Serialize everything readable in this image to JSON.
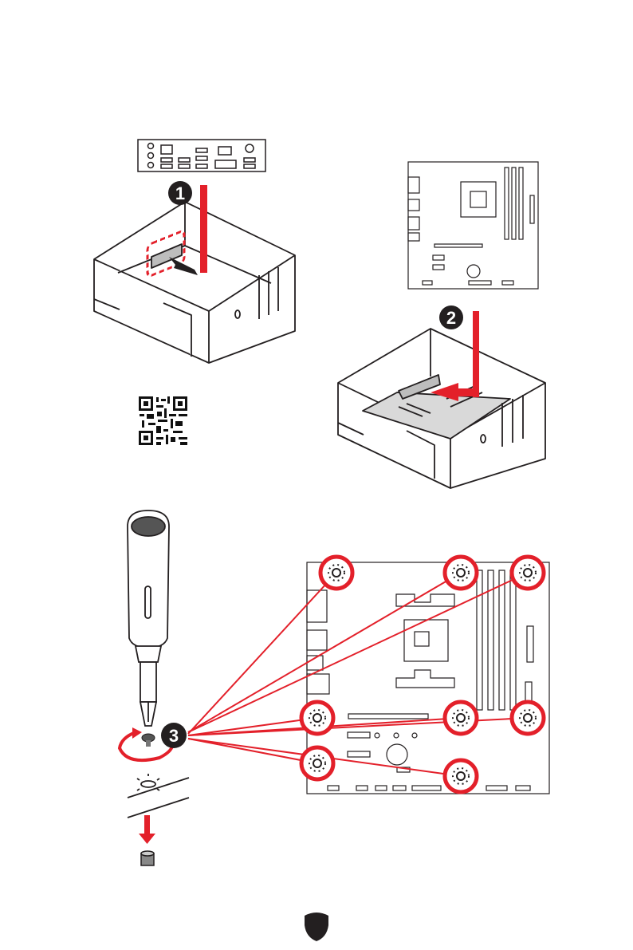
{
  "steps": [
    {
      "number": "1"
    },
    {
      "number": "2"
    },
    {
      "number": "3"
    }
  ],
  "colors": {
    "accent_red": "#e3202a",
    "badge": "#231f20",
    "line": "#231f20",
    "board_fill": "#d9d9d9"
  },
  "icons": [
    "io-shield",
    "pc-case",
    "motherboard",
    "qr-code",
    "screwdriver",
    "screw",
    "standoff",
    "brand-shield-logo"
  ]
}
